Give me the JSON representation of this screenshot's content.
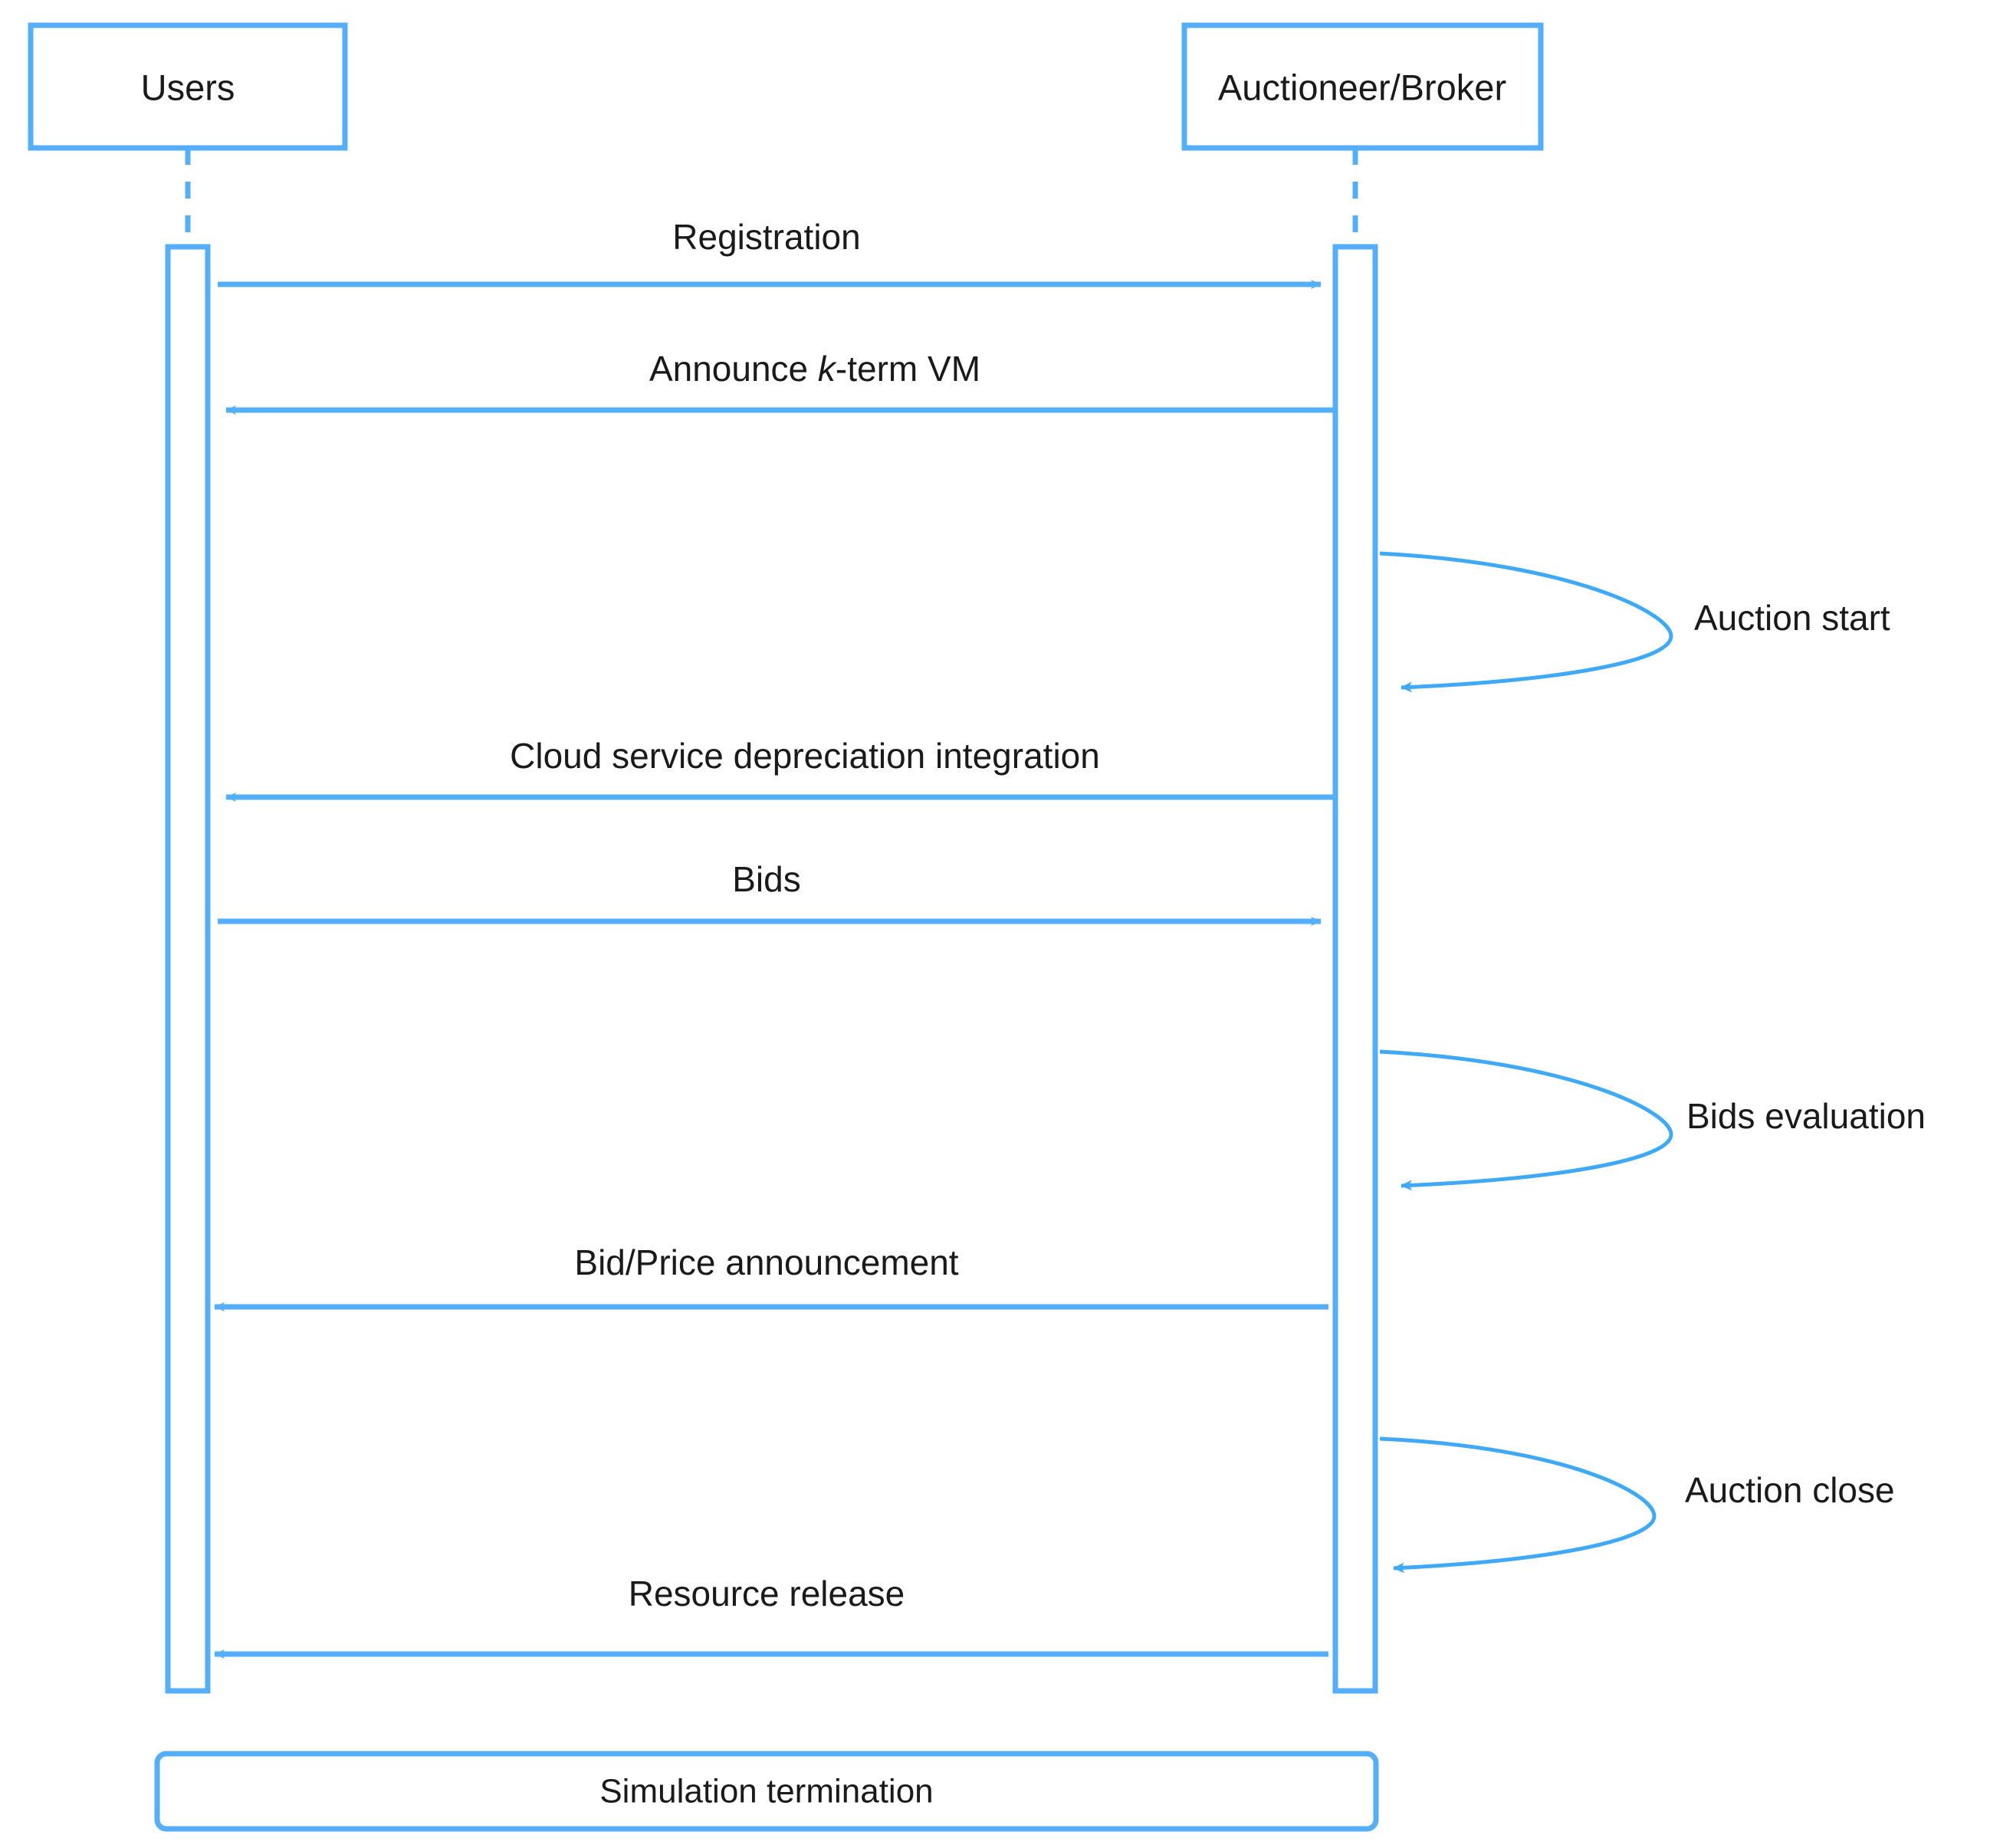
{
  "diagram": {
    "type": "uml-sequence-diagram",
    "title": "",
    "colors": {
      "line": "#54AFF8",
      "curve": "#3FA9F5",
      "text": "#1a1a1a",
      "background": "#ffffff"
    },
    "participants": [
      {
        "id": "users",
        "label": "Users"
      },
      {
        "id": "auctioneer",
        "label": "Auctioneer/Broker"
      }
    ],
    "messages": [
      {
        "id": "registration",
        "label": "Registration",
        "from": "users",
        "to": "auctioneer",
        "direction": "right",
        "arrow": true
      },
      {
        "id": "announce-k-term-vm",
        "label": "Announce k-term VM",
        "label_pre": "Announce ",
        "label_italic": "k",
        "label_post": "-term VM",
        "from": "auctioneer",
        "to": "users",
        "direction": "left",
        "arrow": true
      },
      {
        "id": "cloud-service-depreciation-integration",
        "label": "Cloud service depreciation integration",
        "from": "auctioneer",
        "to": "users",
        "direction": "left",
        "arrow": true
      },
      {
        "id": "bids",
        "label": "Bids",
        "from": "users",
        "to": "auctioneer",
        "direction": "right",
        "arrow": true
      },
      {
        "id": "bid-price-announcement",
        "label": "Bid/Price announcement",
        "from": "auctioneer",
        "to": "users",
        "direction": "left",
        "arrow": true
      },
      {
        "id": "resource-release",
        "label": "Resource release",
        "from": "auctioneer",
        "to": "users",
        "direction": "left",
        "arrow": true
      }
    ],
    "self_messages": [
      {
        "id": "auction-start",
        "label": "Auction start",
        "on": "auctioneer"
      },
      {
        "id": "bids-evaluation",
        "label": "Bids evaluation",
        "on": "auctioneer"
      },
      {
        "id": "auction-close",
        "label": "Auction close",
        "on": "auctioneer"
      }
    ],
    "footer_note": {
      "id": "simulation-termination",
      "label": "Simulation termination"
    }
  }
}
